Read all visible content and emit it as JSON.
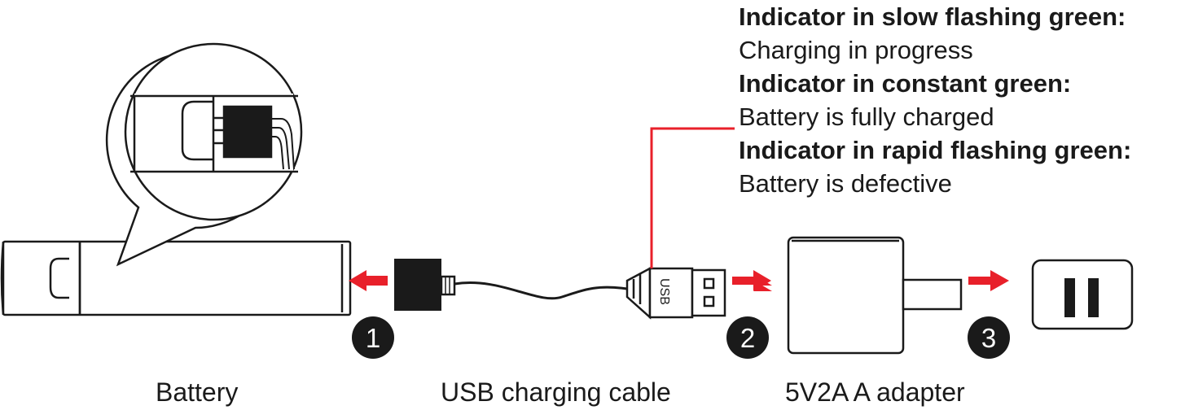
{
  "legend": [
    {
      "title": "Indicator in slow flashing green:",
      "desc": "Charging in progress"
    },
    {
      "title": "Indicator in constant green:",
      "desc": "Battery is fully charged"
    },
    {
      "title": "Indicator in rapid flashing green:",
      "desc": "Battery is defective"
    }
  ],
  "labels": {
    "battery": "Battery",
    "cable": "USB charging cable",
    "adapter": "5V2A A adapter"
  },
  "steps": [
    "1",
    "2",
    "3"
  ],
  "usb_text": "USB",
  "colors": {
    "accent": "#e8202a",
    "ink": "#1a1a1a",
    "badge": "#1a1a1a"
  }
}
